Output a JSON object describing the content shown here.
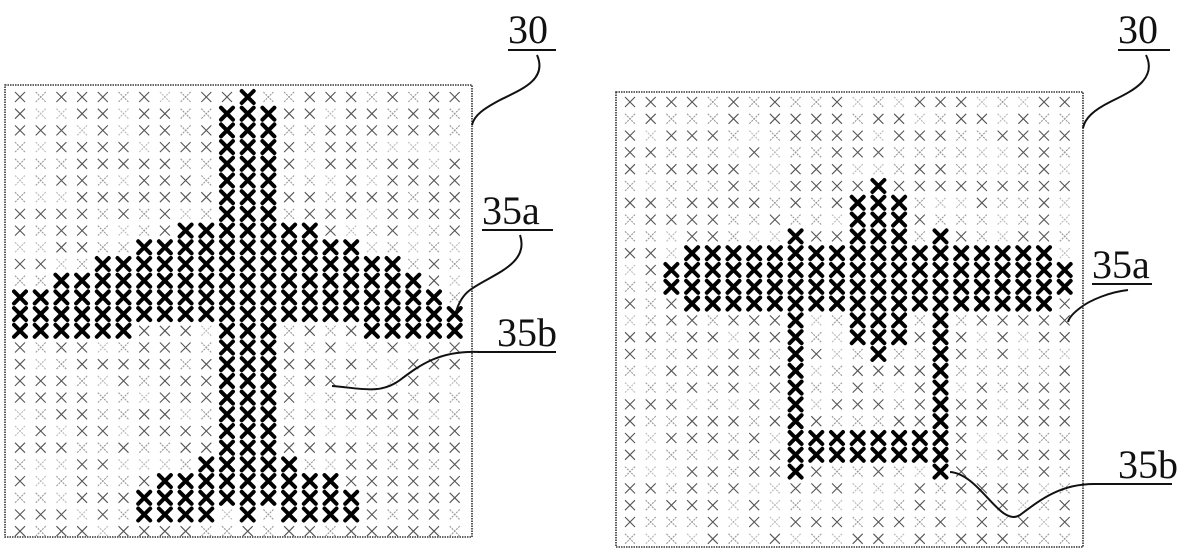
{
  "figure": {
    "grid": {
      "columns": 22,
      "rows": 27
    },
    "colors": {
      "light_cross": "#8a8a8a",
      "dark_cross": "#000000"
    },
    "panels": [
      {
        "name": "left-panel",
        "labels": {
          "frame": "30",
          "region_a": "35a",
          "region_b": "35b"
        },
        "dark_columns": [
          [
            0,
            12,
            14
          ],
          [
            1,
            12,
            14
          ],
          [
            2,
            11,
            14
          ],
          [
            3,
            11,
            14
          ],
          [
            4,
            10,
            14
          ],
          [
            5,
            10,
            14
          ],
          [
            6,
            9,
            13
          ],
          [
            6,
            24,
            25
          ],
          [
            7,
            9,
            13
          ],
          [
            7,
            23,
            25
          ],
          [
            8,
            8,
            13
          ],
          [
            8,
            23,
            25
          ],
          [
            9,
            8,
            13
          ],
          [
            9,
            22,
            25
          ],
          [
            10,
            1,
            24
          ],
          [
            11,
            0,
            25
          ],
          [
            12,
            1,
            24
          ],
          [
            13,
            8,
            13
          ],
          [
            13,
            22,
            25
          ],
          [
            14,
            8,
            13
          ],
          [
            14,
            23,
            25
          ],
          [
            15,
            9,
            13
          ],
          [
            15,
            23,
            25
          ],
          [
            16,
            9,
            13
          ],
          [
            16,
            24,
            25
          ],
          [
            17,
            10,
            14
          ],
          [
            18,
            10,
            14
          ],
          [
            19,
            11,
            14
          ],
          [
            20,
            12,
            14
          ],
          [
            21,
            13,
            14
          ]
        ]
      },
      {
        "name": "right-panel",
        "labels": {
          "frame": "30",
          "region_a": "35a",
          "region_b": "35b"
        },
        "dark_columns": [
          [
            2,
            10,
            11
          ],
          [
            3,
            9,
            12
          ],
          [
            4,
            9,
            12
          ],
          [
            5,
            9,
            12
          ],
          [
            6,
            9,
            12
          ],
          [
            7,
            9,
            12
          ],
          [
            8,
            8,
            22
          ],
          [
            9,
            9,
            12
          ],
          [
            9,
            20,
            21
          ],
          [
            10,
            9,
            12
          ],
          [
            10,
            20,
            21
          ],
          [
            11,
            6,
            14
          ],
          [
            11,
            20,
            21
          ],
          [
            12,
            5,
            15
          ],
          [
            12,
            20,
            21
          ],
          [
            13,
            6,
            14
          ],
          [
            13,
            20,
            21
          ],
          [
            14,
            9,
            12
          ],
          [
            14,
            20,
            21
          ],
          [
            15,
            8,
            22
          ],
          [
            16,
            9,
            12
          ],
          [
            17,
            9,
            12
          ],
          [
            18,
            9,
            12
          ],
          [
            19,
            9,
            12
          ],
          [
            20,
            9,
            12
          ],
          [
            21,
            10,
            11
          ]
        ]
      }
    ]
  }
}
